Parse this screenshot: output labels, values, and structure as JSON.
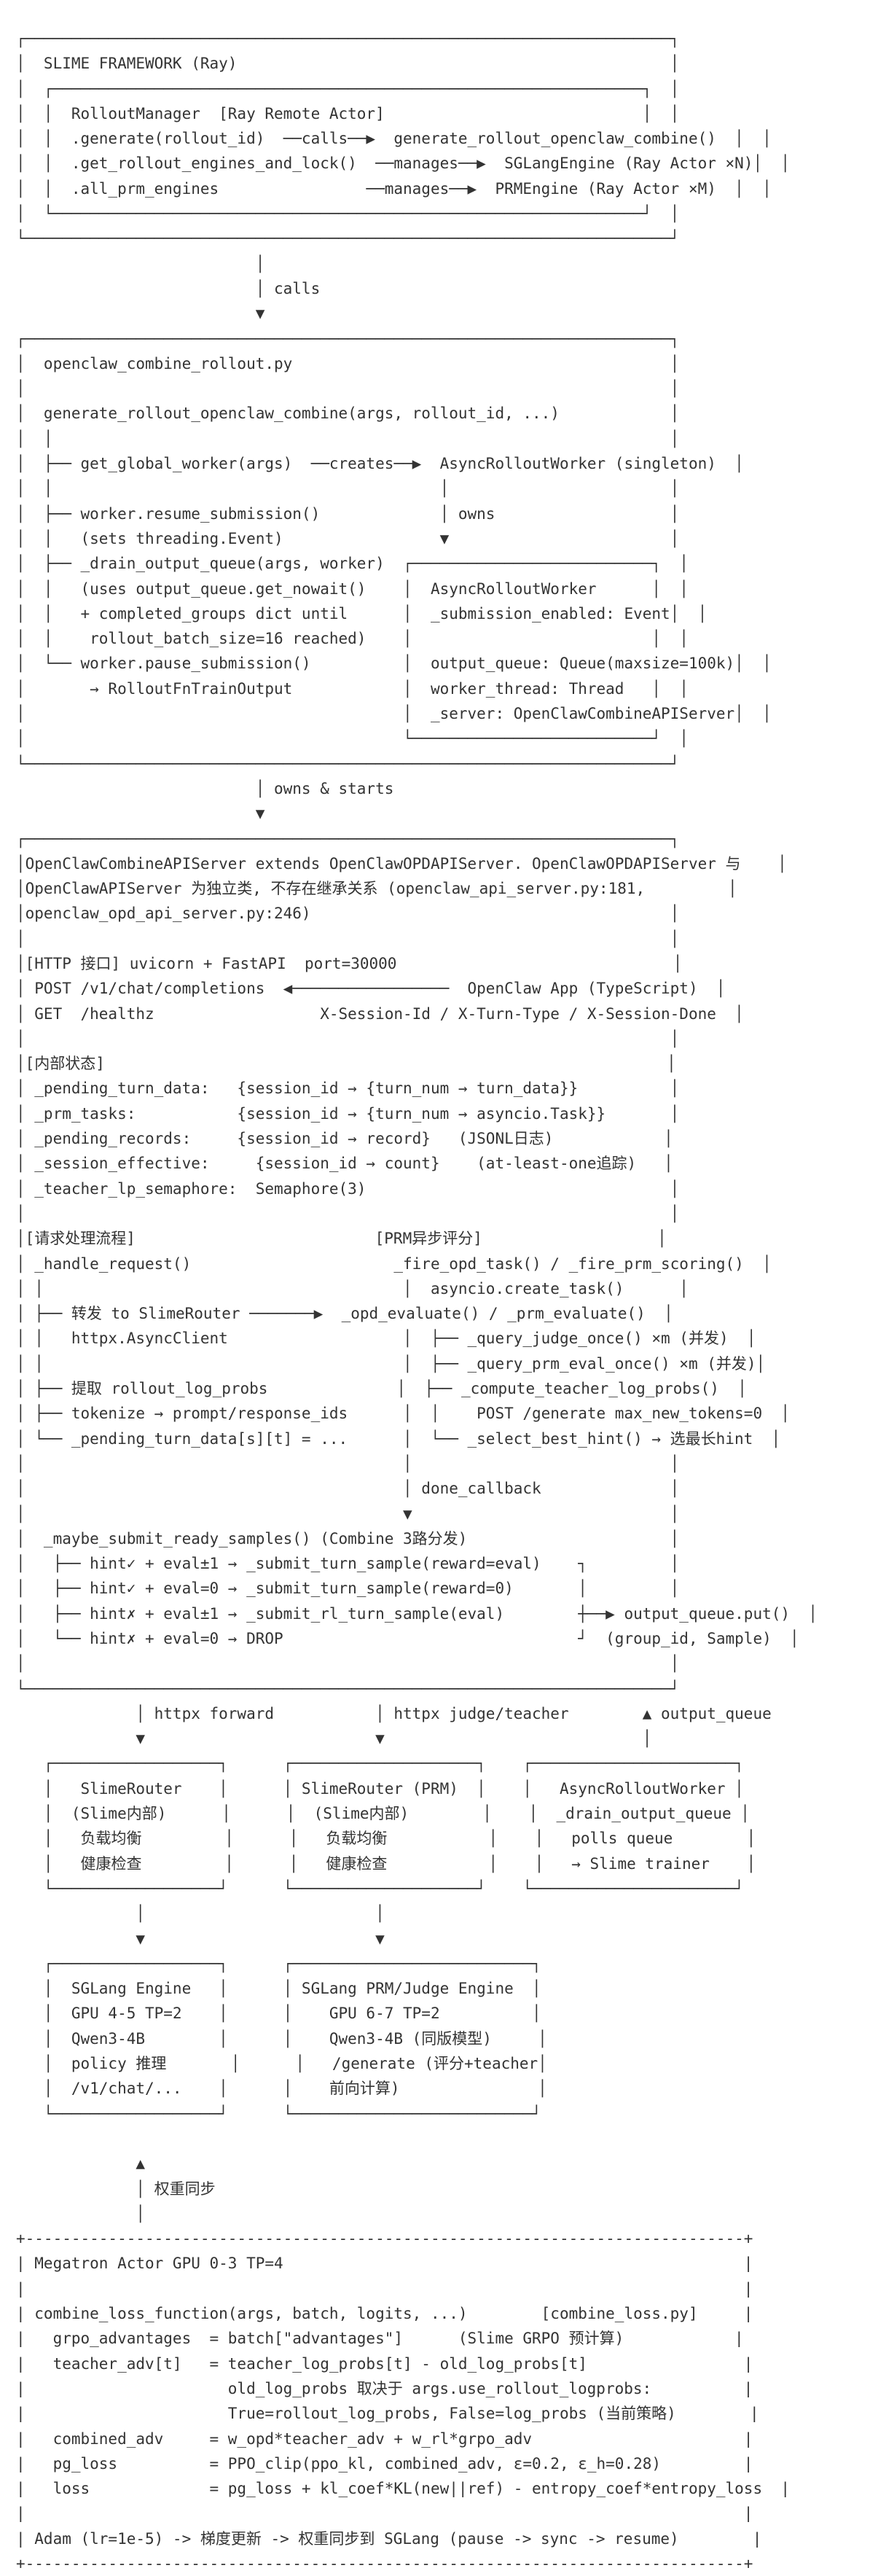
{
  "lines": [
    "┌──────────────────────────────────────────────────────────────────────┐",
    "│  SLIME FRAMEWORK (Ray)                                               │",
    "│  ┌────────────────────────────────────────────────────────────────┐  │",
    "│  │  RolloutManager  [Ray Remote Actor]                            │  │",
    "│  │  .generate(rollout_id)  ──calls──▶  generate_rollout_openclaw_combine()  │  │",
    "│  │  .get_rollout_engines_and_lock()  ──manages──▶  SGLangEngine (Ray Actor ×N)│  │",
    "│  │  .all_prm_engines                ──manages──▶  PRMEngine (Ray Actor ×M)  │  │",
    "│  └────────────────────────────────────────────────────────────────┘  │",
    "└──────────────────────────────────────────────────────────────────────┘",
    "                          │",
    "                          │ calls",
    "                          ▼",
    "┌──────────────────────────────────────────────────────────────────────┐",
    "│  openclaw_combine_rollout.py                                         │",
    "│                                                                      │",
    "│  generate_rollout_openclaw_combine(args, rollout_id, ...)            │",
    "│  │                                                                   │",
    "│  ├── get_global_worker(args)  ──creates──▶  AsyncRolloutWorker (singleton)  │",
    "│  │                                          │                        │",
    "│  ├── worker.resume_submission()             │ owns                   │",
    "│  │   (sets threading.Event)                 ▼                        │",
    "│  ├── _drain_output_queue(args, worker)  ┌──────────────────────────┐  │",
    "│  │   (uses output_queue.get_nowait()    │  AsyncRolloutWorker      │  │",
    "│  │   + completed_groups dict until      │  _submission_enabled: Event│  │",
    "│  │    rollout_batch_size=16 reached)    │                          │  │",
    "│  └── worker.pause_submission()          │  output_queue: Queue(maxsize=100k)│  │",
    "│       → RolloutFnTrainOutput            │  worker_thread: Thread   │  │",
    "│                                         │  _server: OpenClawCombineAPIServer│  │",
    "│                                         └──────────────────────────┘  │",
    "└──────────────────────────────────────────────────────────────────────┘",
    "                          │ owns & starts",
    "                          ▼",
    "┌──────────────────────────────────────────────────────────────────────┐",
    "│OpenClawCombineAPIServer extends OpenClawOPDAPIServer. OpenClawOPDAPIServer 与    │",
    "│OpenClawAPIServer 为独立类, 不存在继承关系 (openclaw_api_server.py:181,         │",
    "│openclaw_opd_api_server.py:246)                                       │",
    "│                                                                      │",
    "│[HTTP 接口] uvicorn + FastAPI  port=30000                              │",
    "│ POST /v1/chat/completions  ◀─────────────────  OpenClaw App (TypeScript)  │",
    "│ GET  /healthz                  X-Session-Id / X-Turn-Type / X-Session-Done  │",
    "│                                                                      │",
    "│[内部状态]                                                             │",
    "│ _pending_turn_data:   {session_id → {turn_num → turn_data}}          │",
    "│ _prm_tasks:           {session_id → {turn_num → asyncio.Task}}       │",
    "│ _pending_records:     {session_id → record}   (JSONL日志)            │",
    "│ _session_effective:     {session_id → count}    (at-least-one追踪)   │",
    "│ _teacher_lp_semaphore:  Semaphore(3)                                 │",
    "│                                                                      │",
    "│[请求处理流程]                          [PRM异步评分]                   │",
    "│ _handle_request()                      _fire_opd_task() / _fire_prm_scoring()  │",
    "│ │                                       │  asyncio.create_task()      │",
    "│ ├── 转发 to SlimeRouter ───────▶  _opd_evaluate() / _prm_evaluate()  │",
    "│ │   httpx.AsyncClient                   │  ├── _query_judge_once() ×m (并发)  │",
    "│ │                                       │  ├── _query_prm_eval_once() ×m (并发)│",
    "│ ├── 提取 rollout_log_probs              │  ├── _compute_teacher_log_probs()  │",
    "│ ├── tokenize → prompt/response_ids      │  │    POST /generate max_new_tokens=0  │",
    "│ └── _pending_turn_data[s][t] = ...      │  └── _select_best_hint() → 选最长hint  │",
    "│                                         │                            │",
    "│                                         │ done_callback              │",
    "│                                         ▼                            │",
    "│  _maybe_submit_ready_samples() (Combine 3路分发)                      │",
    "│   ├── hint✓ + eval±1 → _submit_turn_sample(reward=eval)    ┐         │",
    "│   ├── hint✓ + eval=0 → _submit_turn_sample(reward=0)       │         │",
    "│   ├── hint✗ + eval±1 → _submit_rl_turn_sample(eval)        ┼──▶ output_queue.put()  │",
    "│   └── hint✗ + eval=0 → DROP                                ┘  (group_id, Sample)  │",
    "│                                                                      │",
    "└──────────────────────────────────────────────────────────────────────┘",
    "             │ httpx forward           │ httpx judge/teacher        ▲ output_queue",
    "             ▼                         ▼                            │",
    "   ┌──────────────────┐      ┌────────────────────┐    ┌──────────────────────┐",
    "   │   SlimeRouter    │      │ SlimeRouter (PRM)  │    │   AsyncRolloutWorker │",
    "   │  (Slime内部)      │      │  (Slime内部)        │    │  _drain_output_queue │",
    "   │   负载均衡         │      │   负载均衡           │    │   polls queue        │",
    "   │   健康检查         │      │   健康检查           │    │   → Slime trainer    │",
    "   └──────────────────┘      └────────────────────┘    └──────────────────────┘",
    "             │                         │",
    "             ▼                         ▼",
    "   ┌──────────────────┐      ┌──────────────────────────┐",
    "   │  SGLang Engine   │      │ SGLang PRM/Judge Engine  │",
    "   │  GPU 4-5 TP=2    │      │    GPU 6-7 TP=2          │",
    "   │  Qwen3-4B        │      │    Qwen3-4B (同版模型)     │",
    "   │  policy 推理       │      │   /generate (评分+teacher│",
    "   │  /v1/chat/...    │      │    前向计算)               │",
    "   └──────────────────┘      └──────────────────────────┘",
    "",
    "             ▲",
    "             │ 权重同步",
    "             │",
    "+------------------------------------------------------------------------------+",
    "| Megatron Actor GPU 0-3 TP=4                                                  |",
    "|                                                                              |",
    "| combine_loss_function(args, batch, logits, ...)        [combine_loss.py]     |",
    "|   grpo_advantages  = batch[\"advantages\"]      (Slime GRPO 预计算)            |",
    "|   teacher_adv[t]   = teacher_log_probs[t] - old_log_probs[t]                 |",
    "|                      old_log_probs 取决于 args.use_rollout_logprobs:          |",
    "|                      True=rollout_log_probs, False=log_probs (当前策略)        |",
    "|   combined_adv     = w_opd*teacher_adv + w_rl*grpo_adv                       |",
    "|   pg_loss          = PPO_clip(ppo_kl, combined_adv, ε=0.2, ε_h=0.28)         |",
    "|   loss             = pg_loss + kl_coef*KL(new||ref) - entropy_coef*entropy_loss  |",
    "|                                                                              |",
    "| Adam (lr=1e-5) -> 梯度更新 -> 权重同步到 SGLang (pause -> sync -> resume)        |",
    "+------------------------------------------------------------------------------+"
  ]
}
